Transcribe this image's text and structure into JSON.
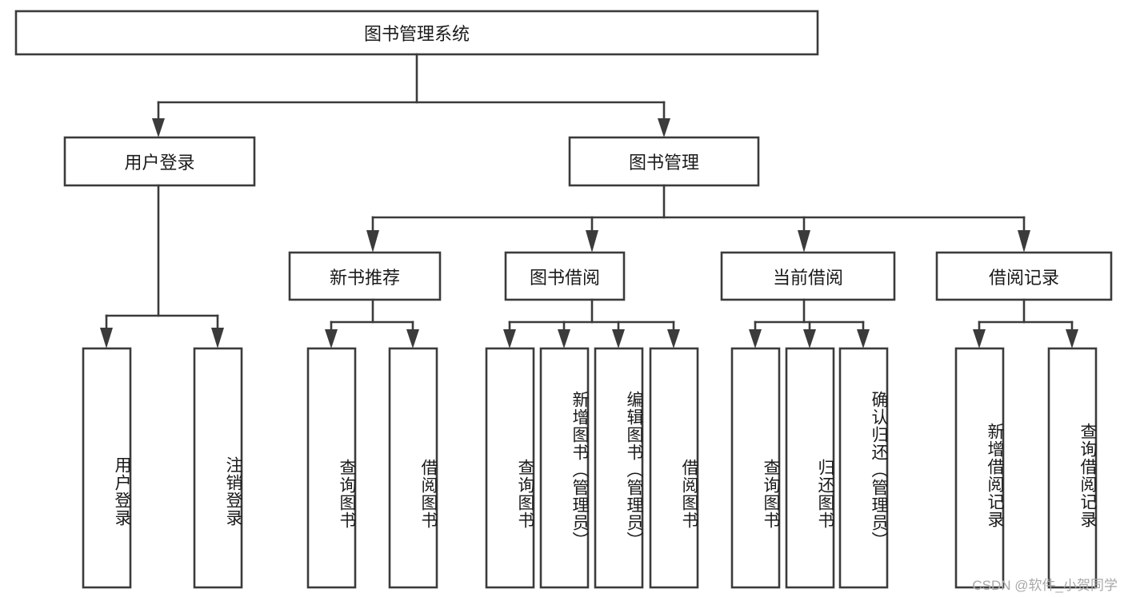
{
  "diagram": {
    "type": "tree-hierarchy",
    "title": "图书管理系统",
    "root": {
      "id": "root",
      "label": "图书管理系统",
      "orientation": "horizontal"
    },
    "level1": [
      {
        "id": "user-login",
        "label": "用户登录",
        "orientation": "horizontal"
      },
      {
        "id": "book-management",
        "label": "图书管理",
        "orientation": "horizontal"
      }
    ],
    "level2": [
      {
        "id": "new-book-recommend",
        "label": "新书推荐",
        "parent": "book-management",
        "orientation": "horizontal"
      },
      {
        "id": "book-borrow",
        "label": "图书借阅",
        "parent": "book-management",
        "orientation": "horizontal"
      },
      {
        "id": "current-borrow",
        "label": "当前借阅",
        "parent": "book-management",
        "orientation": "horizontal"
      },
      {
        "id": "borrow-record",
        "label": "借阅记录",
        "parent": "book-management",
        "orientation": "horizontal"
      }
    ],
    "leaves": [
      {
        "id": "leaf-user-login",
        "label": "用户登录",
        "parent": "user-login",
        "orientation": "vertical"
      },
      {
        "id": "leaf-user-logout",
        "label": "注销登录",
        "parent": "user-login",
        "orientation": "vertical"
      },
      {
        "id": "leaf-query-book-1",
        "label": "查询图书",
        "parent": "new-book-recommend",
        "orientation": "vertical"
      },
      {
        "id": "leaf-borrow-book-1",
        "label": "借阅图书",
        "parent": "new-book-recommend",
        "orientation": "vertical"
      },
      {
        "id": "leaf-query-book-2",
        "label": "查询图书",
        "parent": "book-borrow",
        "orientation": "vertical"
      },
      {
        "id": "leaf-add-book",
        "label": "新增图书（管理员）",
        "parent": "book-borrow",
        "orientation": "vertical"
      },
      {
        "id": "leaf-edit-book",
        "label": "编辑图书（管理员）",
        "parent": "book-borrow",
        "orientation": "vertical"
      },
      {
        "id": "leaf-borrow-book-2",
        "label": "借阅图书",
        "parent": "book-borrow",
        "orientation": "vertical"
      },
      {
        "id": "leaf-query-book-3",
        "label": "查询图书",
        "parent": "current-borrow",
        "orientation": "vertical"
      },
      {
        "id": "leaf-return-book",
        "label": "归还图书",
        "parent": "current-borrow",
        "orientation": "vertical"
      },
      {
        "id": "leaf-confirm-return",
        "label": "确认归还（管理员）",
        "parent": "current-borrow",
        "orientation": "vertical"
      },
      {
        "id": "leaf-add-record",
        "label": "新增借阅记录",
        "parent": "borrow-record",
        "orientation": "vertical"
      },
      {
        "id": "leaf-query-record",
        "label": "查询借阅记录",
        "parent": "borrow-record",
        "orientation": "vertical"
      }
    ],
    "colors": {
      "stroke": "#3b3b3b",
      "fill": "#ffffff",
      "text": "#1a1a1a",
      "watermark": "#a8a8a8"
    }
  },
  "watermark": {
    "text": "CSDN @软件_小贺同学"
  }
}
